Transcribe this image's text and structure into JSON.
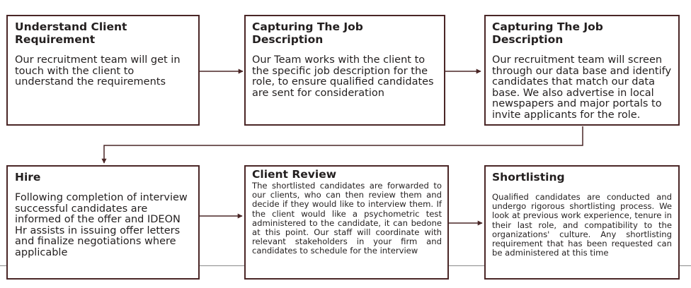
{
  "colors": {
    "border": "#4a2626",
    "arrow": "#4a2626",
    "text": "#231f1f"
  },
  "steps": [
    {
      "title": "Understand Client Requirement",
      "body": "Our recruitment team will get in touch with the client to understand the requirements"
    },
    {
      "title": "Capturing The Job Description",
      "body": "Our Team works with the client to the specific job description for the role, to ensure qualified candidates are sent for consideration"
    },
    {
      "title": "Capturing The Job Description",
      "body": "Our recruitment team will screen through our data base and identify candidates that match our data base. We also advertise in local newspapers and major portals to invite applicants for the role."
    },
    {
      "title": "Hire",
      "body": "Following completion of interview successful candidates are informed of the offer and IDEON Hr assists in issuing offer letters and finalize negotiations where applicable"
    },
    {
      "title": "Client Review",
      "body": "The shortlisted candidates are forwarded to our clients, who can then review them and decide if they would like to interview them. If the client would like a psychometric test administered to the candidate, it can bedone at this point. Our staff will coordinate with relevant stakeholders in your firm and candidates to schedule for the interview"
    },
    {
      "title": "Shortlisting",
      "body": "Qualified candidates are conducted and undergo rigorous shortlisting process. We look at previous work experience, tenure in their last role, and compatibility to the organizations' culture. Any shortlisting requirement that has been requested can be administered at this time"
    }
  ]
}
